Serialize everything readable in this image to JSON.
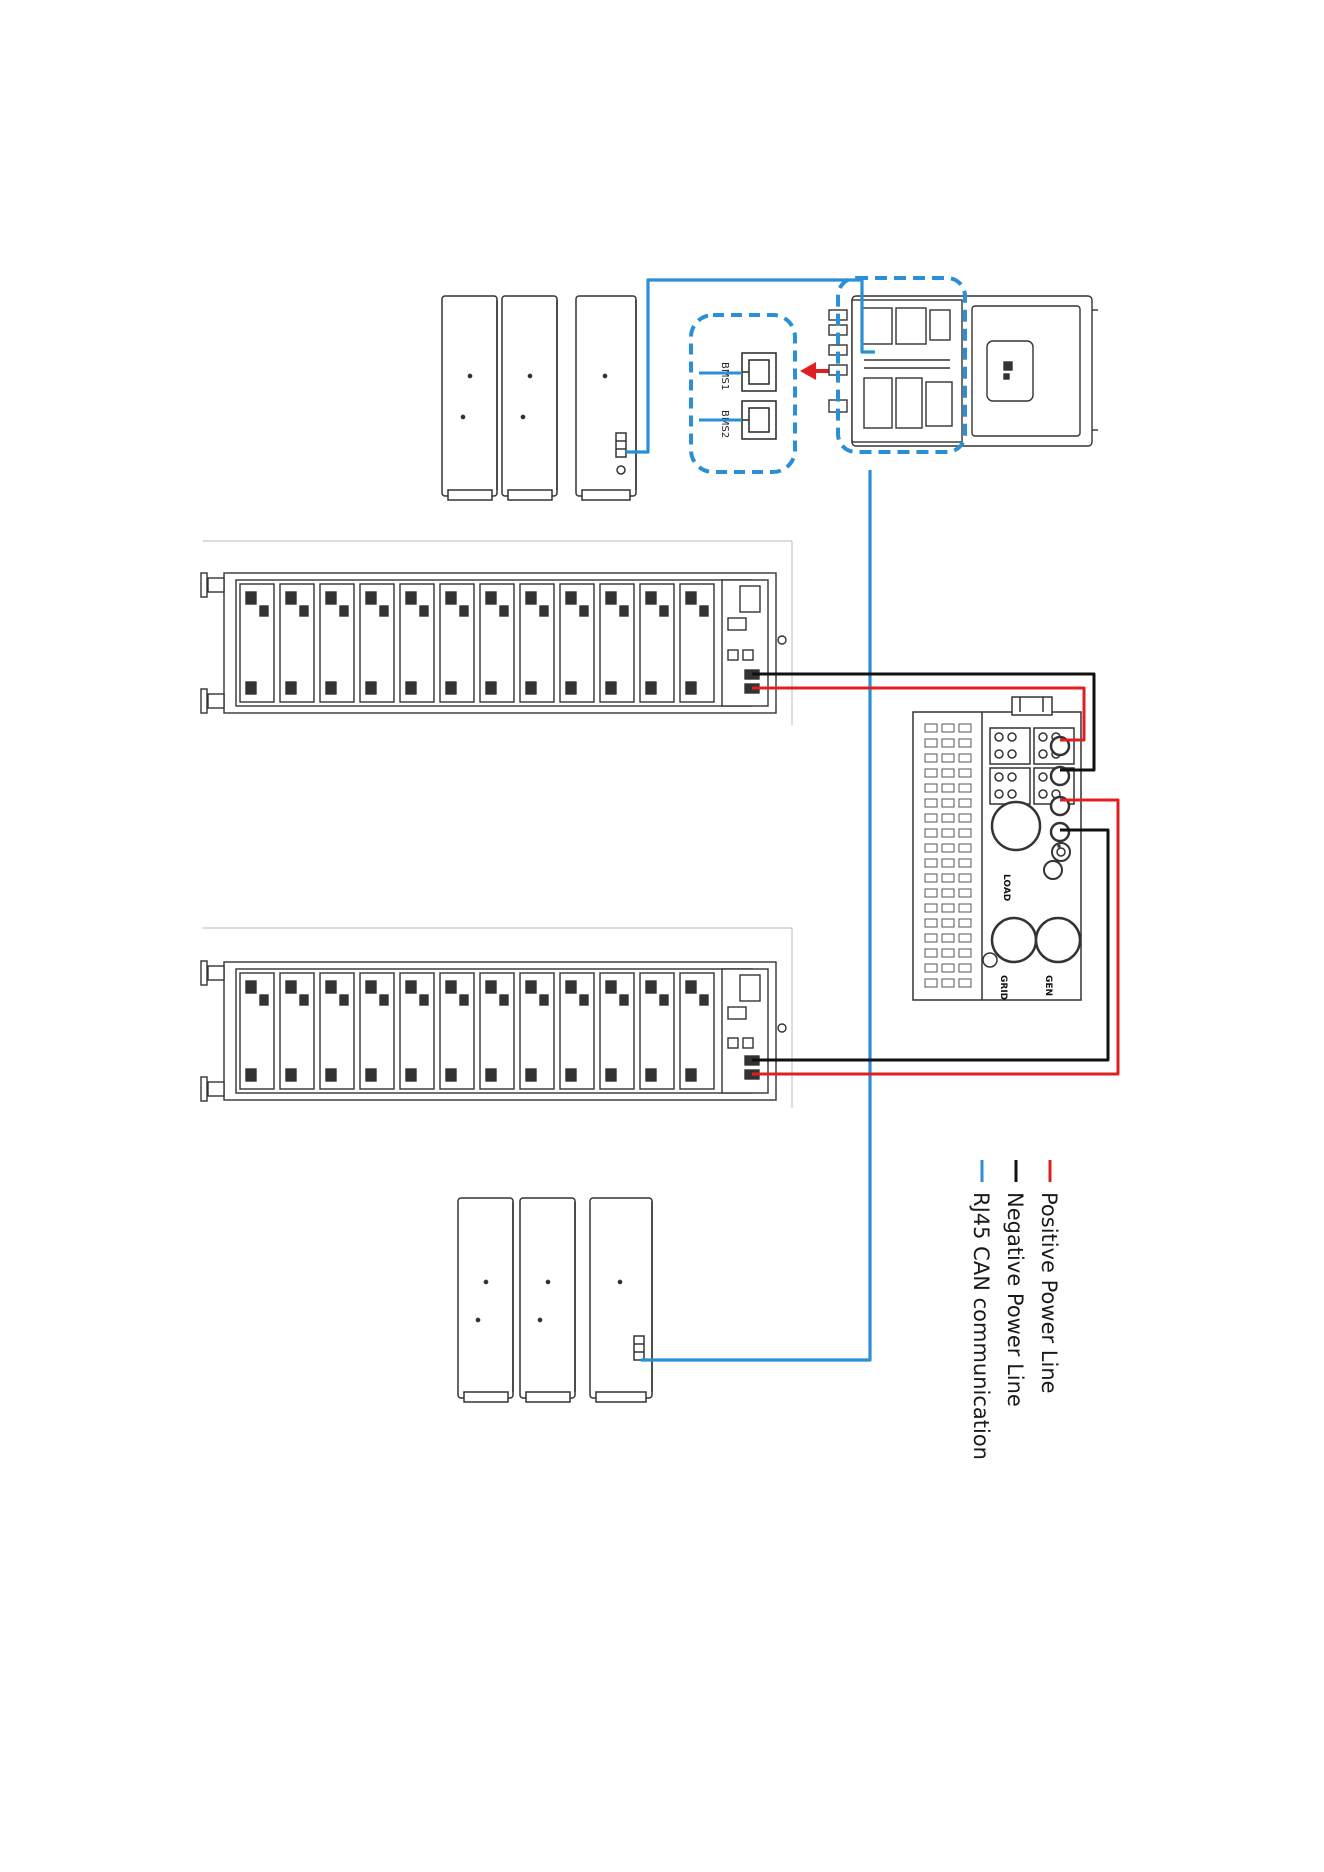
{
  "legend": {
    "positive": {
      "label": "Positive Power Line",
      "color": "#e02020"
    },
    "negative": {
      "label": "Negative Power Line",
      "color": "#111111"
    },
    "can": {
      "label": "RJ45 CAN communication",
      "color": "#2b8fd6"
    }
  },
  "ports": {
    "bms1": "BMS1",
    "bms2": "BMS2"
  },
  "inverter_labels": {
    "load": "LOAD",
    "grid": "GRID",
    "gen": "GEN"
  },
  "colors": {
    "highlight_dash": "#2b8fd6",
    "arrow": "#e02020",
    "outline": "#333333"
  }
}
